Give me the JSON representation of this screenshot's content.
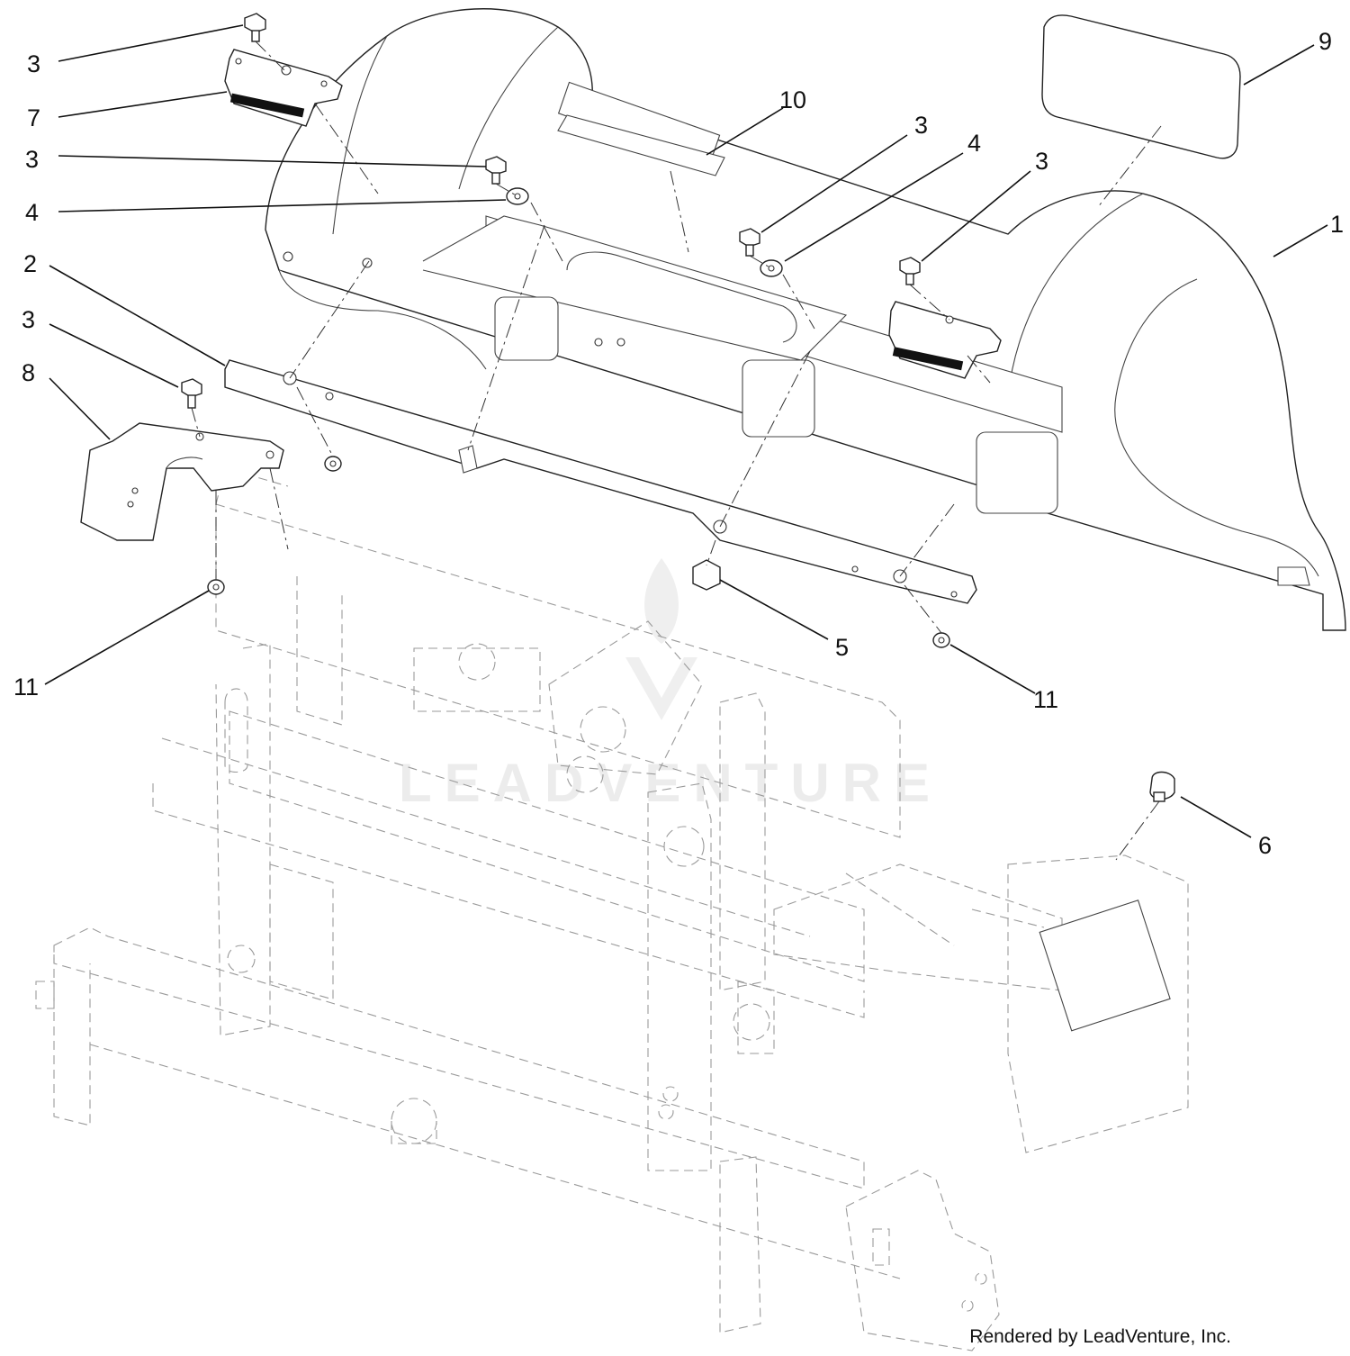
{
  "callouts": [
    {
      "id": "c3a",
      "label": "3"
    },
    {
      "id": "c7",
      "label": "7"
    },
    {
      "id": "c3b",
      "label": "3"
    },
    {
      "id": "c4a",
      "label": "4"
    },
    {
      "id": "c2",
      "label": "2"
    },
    {
      "id": "c3c",
      "label": "3"
    },
    {
      "id": "c8",
      "label": "8"
    },
    {
      "id": "c11a",
      "label": "11"
    },
    {
      "id": "c10",
      "label": "10"
    },
    {
      "id": "c3d",
      "label": "3"
    },
    {
      "id": "c4b",
      "label": "4"
    },
    {
      "id": "c3e",
      "label": "3"
    },
    {
      "id": "c9",
      "label": "9"
    },
    {
      "id": "c1",
      "label": "1"
    },
    {
      "id": "c5",
      "label": "5"
    },
    {
      "id": "c11b",
      "label": "11"
    },
    {
      "id": "c6",
      "label": "6"
    }
  ],
  "watermark": "LEADVENTURE",
  "credit": "Rendered by LeadVenture, Inc."
}
